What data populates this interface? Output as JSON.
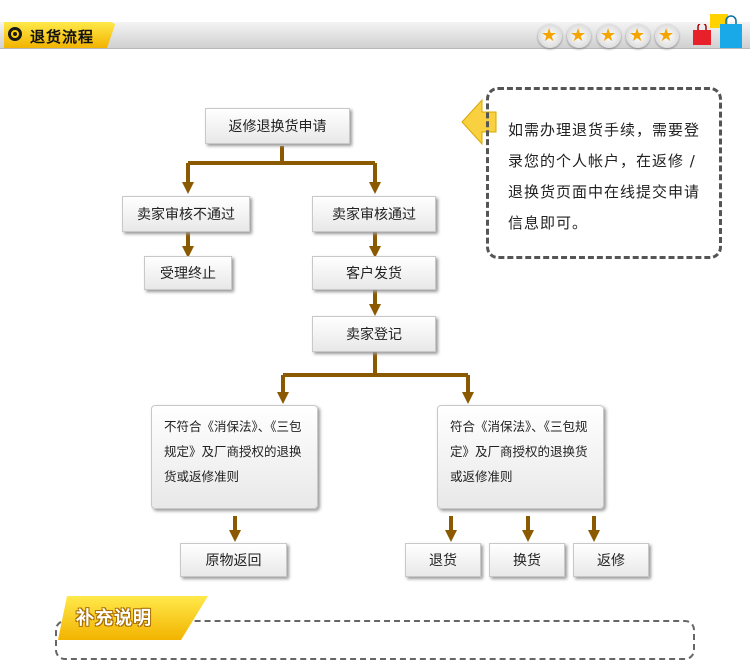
{
  "header": {
    "title": "退货流程"
  },
  "flow": {
    "apply": "返修退换货申请",
    "reject": "卖家审核不通过",
    "approve": "卖家审核通过",
    "end": "受理终止",
    "ship": "客户发货",
    "register": "卖家登记",
    "noncompliant": "不符合《消保法》、《三包规定》及厂商授权的退换货或返修准则",
    "compliant": "符合《消保法》、《三包规定》及厂商授权的退换货或返修准则",
    "return_goods": "原物返回",
    "refund": "退货",
    "exchange": "换货",
    "repair": "返修"
  },
  "note": {
    "text": "如需办理退货手续，需要登录您的个人帐户，在返修 / 退换货页面中在线提交申请信息即可。"
  },
  "footer": {
    "title": "补充说明"
  },
  "colors": {
    "arrow": "#8B5A00",
    "accent": "#F2B300",
    "box_border": "#C8C8C8"
  }
}
